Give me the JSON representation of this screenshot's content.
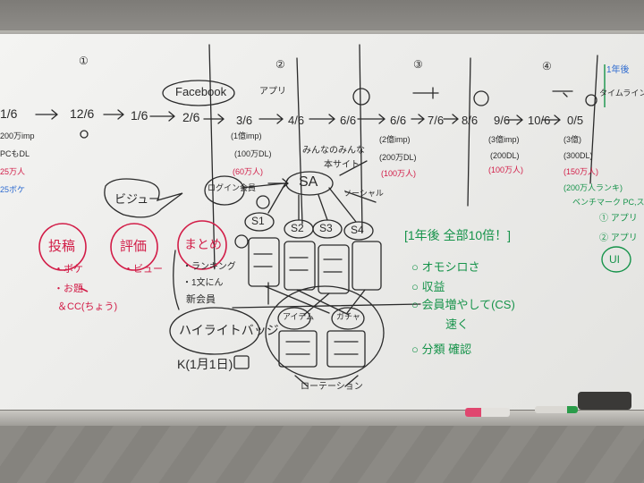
{
  "stages": [
    "①",
    "②",
    "③",
    "④"
  ],
  "timeline": [
    "1/6",
    "12/6",
    "1/6",
    "2/6",
    "3/6",
    "4/6",
    "6/6",
    "6/6",
    "7/6",
    "8/6",
    "9/6",
    "10/6",
    "0/5"
  ],
  "left_notes": [
    "200万imp",
    "PCもDL",
    "25万人",
    "25ボケ"
  ],
  "stage2": {
    "tag": "アプリ",
    "lines": [
      "(1億imp)",
      "(100万DL)",
      "(60万人)"
    ]
  },
  "stage3": {
    "lines": [
      "(2億imp)",
      "(200万DL)",
      "(100万人)"
    ]
  },
  "stage4a": {
    "lines": [
      "(3億imp)",
      "(200DL)",
      "(100万人)"
    ]
  },
  "stage4b": {
    "lines": [
      "(3億)",
      "(300DL)",
      "(150万人)",
      "(200万人ランキ)"
    ]
  },
  "facebook": "Facebook",
  "graph": {
    "hub": "SA",
    "left_node": "ログイン会員",
    "nodes": [
      "S1",
      "S2",
      "S3",
      "S4"
    ],
    "bottom_nodes": [
      "アイテム",
      "ガチャ"
    ],
    "labels": [
      "みんなのみんな",
      "本サイト",
      "ソーシャル"
    ],
    "bottom_label": "ローテーション"
  },
  "categories": {
    "post": {
      "title": "投稿",
      "items": [
        "・ボケ",
        "・お題",
        "＆CC(ちょう)"
      ]
    },
    "rate": {
      "title": "評価",
      "items": [
        "・ビュー"
      ]
    },
    "summary": {
      "title": "まとめ",
      "items": [
        "・ランキング",
        "・1文にん",
        "新会員"
      ]
    }
  },
  "bubble": "ビジュー",
  "highlight": "ハイライトバッジ",
  "date_note": "K(1月1日)",
  "right_box": {
    "title": "[1年後 全部10倍！]",
    "items": [
      "○ オモシロさ",
      "○ 収益",
      "○ 会員増やして(CS)",
      "速く",
      "○ 分類 確認"
    ]
  },
  "right_column": {
    "header": "1年後",
    "timeline_label": "タイムライン",
    "title": "ベンチマーク PC,スマホ",
    "items": [
      "① アプリ",
      "② アプリ"
    ],
    "circle": "UI"
  },
  "colors": {
    "black_ink": "#2a2a2a",
    "red_ink": "#d21c47",
    "green_ink": "#16934a",
    "blue_ink": "#2e6bd0",
    "board": "#ececea"
  }
}
